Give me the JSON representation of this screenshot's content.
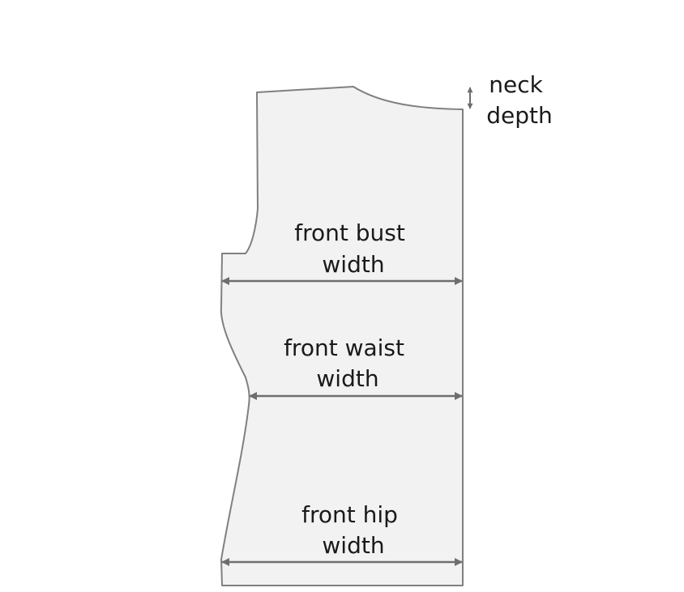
{
  "diagram": {
    "colors": {
      "fill": "#f2f2f2",
      "outline": "#808080",
      "arrow": "#6e6e6e",
      "text": "#1a1a1a"
    },
    "labels": {
      "neck_line1": "neck",
      "neck_line2": "depth",
      "bust_line1": "front bust",
      "bust_line2": "width",
      "waist_line1": "front waist",
      "waist_line2": "width",
      "hip_line1": "front hip",
      "hip_line2": "width"
    }
  }
}
